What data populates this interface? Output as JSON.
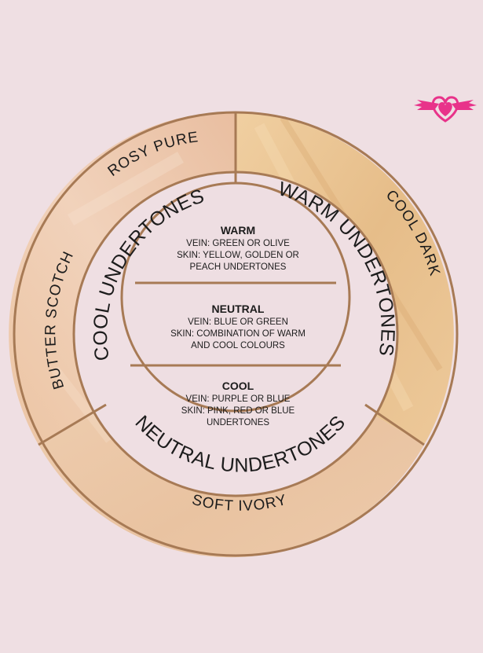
{
  "colors": {
    "background": "#efdfe3",
    "outline": "#a77a55",
    "shade_warm": "#e9c494",
    "shade_neutral": "#ecc9aa",
    "shade_cool": "#ebc4a6",
    "inner_ring": "#efdfe3",
    "center": "#eedee2",
    "logo": "#e8338a"
  },
  "outer_ring": {
    "rosy_pure": "ROSY PURE",
    "cool_dark": "COOL DARK",
    "butter_scotch": "BUTTER SCOTCH",
    "soft_ivory": "SOFT IVORY"
  },
  "inner_ring": {
    "cool": "COOL UNDERTONES",
    "warm": "WARM UNDERTONES",
    "neutral": "NEUTRAL UNDERTONES"
  },
  "center": {
    "warm": {
      "title": "WARM",
      "lines": [
        "VEIN: GREEN OR OLIVE",
        "SKIN: YELLOW, GOLDEN OR",
        "PEACH UNDERTONES"
      ]
    },
    "neutral": {
      "title": "NEUTRAL",
      "lines": [
        "VEIN: BLUE OR GREEN",
        "SKIN: COMBINATION OF WARM",
        "AND COOL COLOURS"
      ]
    },
    "cool": {
      "title": "COOL",
      "lines": [
        "VEIN: PURPLE OR BLUE",
        "SKIN: PINK, RED OR BLUE",
        "UNDERTONES"
      ]
    }
  },
  "logo": {
    "icon": "heart-wings-icon"
  }
}
